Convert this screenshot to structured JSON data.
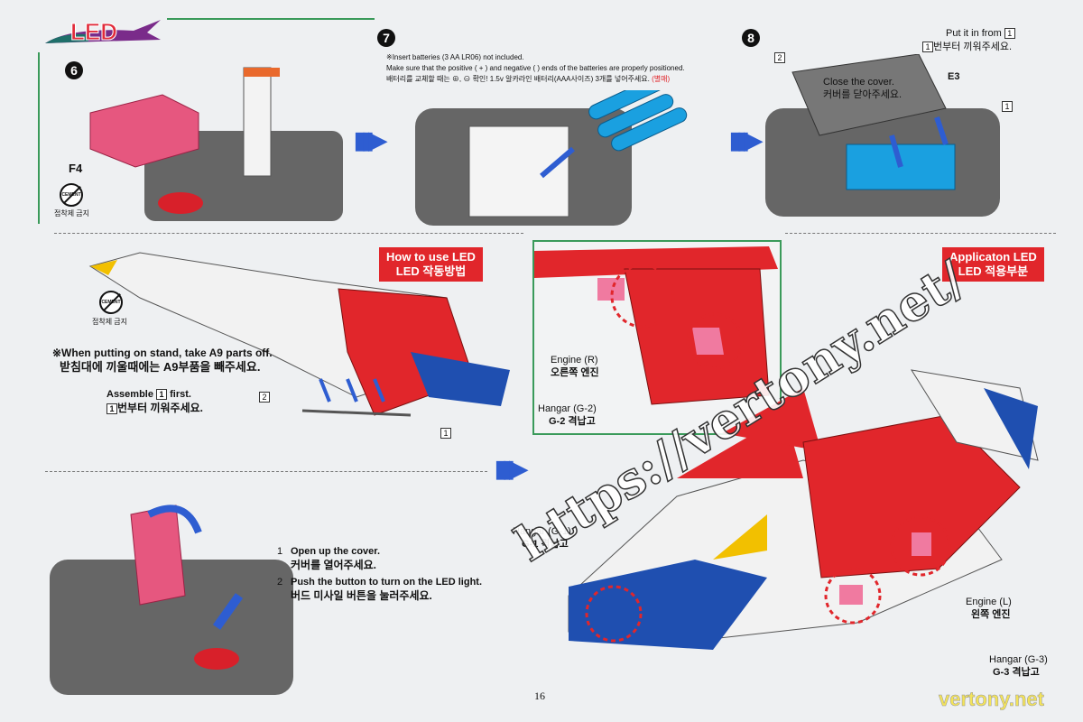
{
  "logo": "LED",
  "page_number": "16",
  "step6": {
    "num": "6",
    "part": "F4",
    "cement": "CEMENT",
    "no_glue": "접착제 금지"
  },
  "step7": {
    "num": "7",
    "note1": "※Insert batteries (3 AA LR06) not included.",
    "note2": "Make sure that the positive ( + ) and negative (   ) ends of the batteries are properly positioned.",
    "note3": "배터리를 교체할 때는 ⊕, ⊖ 확인! 1.5v 알카라인 배터리(AAA사이즈) 3개를 넣어주세요.",
    "note3_red": "(별매)"
  },
  "step8": {
    "num": "8",
    "put_en": "Put it in from",
    "put_ko": "번부터 끼워주세요.",
    "part1": "1",
    "part2": "2",
    "close_en": "Close the cover.",
    "close_ko": "커버를 닫아주세요.",
    "part_e3": "E3"
  },
  "how_to": {
    "title_en": "How to use LED",
    "title_ko": "LED 작동방법",
    "cement": "CEMENT",
    "no_glue": "접착제 금지",
    "stand_en": "※When putting on stand, take A9 parts off.",
    "stand_ko": "받침대에 끼울때에는 A9부품을 빼주세요.",
    "assemble_en": "Assemble",
    "assemble_en2": "first.",
    "assemble_ko": "번부터 끼워주세요.",
    "part1": "1",
    "part2": "2"
  },
  "detail": {
    "engine_r_en": "Engine (R)",
    "engine_r_ko": "오른쪽 엔진",
    "hangar_g2_en": "Hangar (G-2)",
    "hangar_g2_ko": "G-2 격납고"
  },
  "application": {
    "title_en": "Applicaton LED",
    "title_ko": "LED 적용부분",
    "hangar_g1_en": "Hangar (G-1)",
    "hangar_g1_ko": "G-1 격납고",
    "engine_l_en": "Engine (L)",
    "engine_l_ko": "왼쪽 엔진",
    "hangar_g3_en": "Hangar (G-3)",
    "hangar_g3_ko": "G-3 격납고"
  },
  "operate": {
    "s1_num": "1",
    "s1_en": "Open up the cover.",
    "s1_ko": "커버를 열어주세요.",
    "s2_num": "2",
    "s2_en": "Push the button to turn on the LED light.",
    "s2_ko": "버드 미사일 버튼을 눌러주세요."
  },
  "watermark": {
    "url": "https://vertony.net/",
    "corner": "vertony.net"
  },
  "colors": {
    "red": "#e1262b",
    "blue": "#2e5dd1",
    "green_border": "#3a9a5a"
  }
}
